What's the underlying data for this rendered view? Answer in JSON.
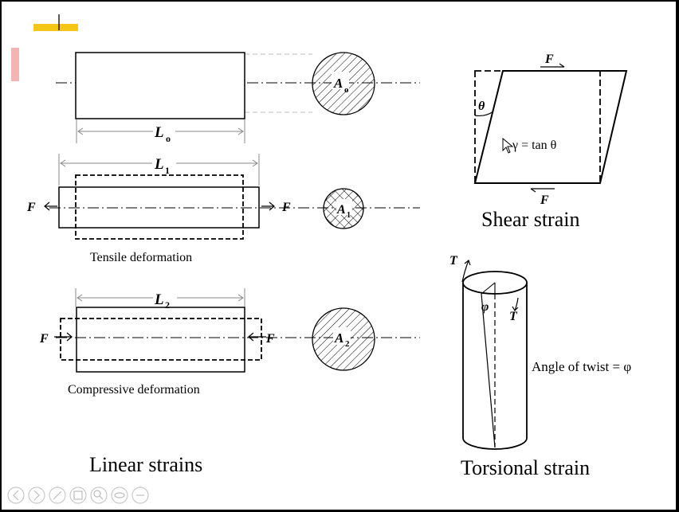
{
  "labels": {
    "a0": "A",
    "a0_sub": "o",
    "l0": "L",
    "l0_sub": "o",
    "l1": "L",
    "l1_sub": "1",
    "a1": "A",
    "a1_sub": "1",
    "l2": "L",
    "l2_sub": "2",
    "a2": "A",
    "a2_sub": "2",
    "force": "F",
    "theta": "θ",
    "shear_eq": "γ = tan θ",
    "torque": "T",
    "phi": "φ",
    "twist": "Angle of twist = φ"
  },
  "captions": {
    "tensile": "Tensile deformation",
    "compressive": "Compressive deformation",
    "linear": "Linear strains",
    "shear": "Shear strain",
    "torsional": "Torsional strain"
  },
  "player_controls": [
    {
      "name": "previous-slide-button",
      "icon": "arrow-left-icon"
    },
    {
      "name": "next-slide-button",
      "icon": "arrow-right-icon"
    },
    {
      "name": "pen-tool-button",
      "icon": "pen-icon"
    },
    {
      "name": "slide-sorter-button",
      "icon": "grid-icon"
    },
    {
      "name": "zoom-button",
      "icon": "magnifier-icon"
    },
    {
      "name": "link-button",
      "icon": "link-icon"
    },
    {
      "name": "more-options-button",
      "icon": "ellipsis-icon"
    }
  ],
  "colors": {
    "accent_bar": "#f5c518",
    "accent_red": "#e88080"
  }
}
